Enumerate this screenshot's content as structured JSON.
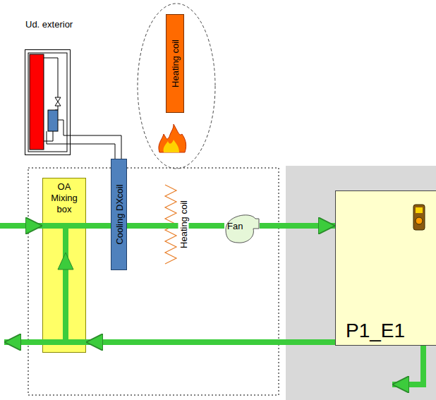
{
  "diagram": {
    "nodes": [
      {
        "text": [
          "Ud. exterior"
        ]
      },
      {
        "text": [
          "Heating coil"
        ]
      },
      {
        "text": [
          "OA Mixing box"
        ]
      },
      {
        "text": [
          "Cooling DXcoil"
        ]
      },
      {
        "text": [
          "Fan"
        ]
      },
      {
        "text": [
          "P1_E1"
        ]
      }
    ],
    "edges": [
      {
        "from": 0,
        "to": 3,
        "arrow": "none"
      },
      {
        "from": 2,
        "to": 3,
        "arrow": "none"
      },
      {
        "from": 3,
        "to": 4,
        "arrow": "none"
      },
      {
        "from": 4,
        "to": 5,
        "arrow": "to"
      },
      {
        "from": 5,
        "to": 2,
        "arrow": "to"
      }
    ],
    "labels": [
      "Heating coil"
    ]
  }
}
